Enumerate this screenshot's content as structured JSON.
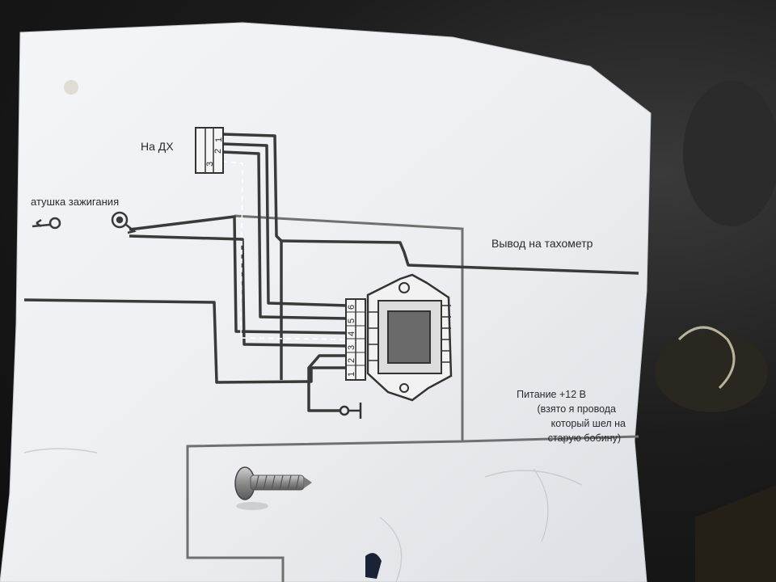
{
  "labels": {
    "sensor": "На ДХ",
    "coil": "атушка зажигания",
    "tachometer": "Вывод на тахометр",
    "power_lines": [
      "Питание +12 В",
      "(взято я провода",
      "который шел на",
      "старую бобину)"
    ]
  },
  "connector_pins": [
    "3",
    "2",
    "1"
  ],
  "module_pins": [
    "1",
    "2",
    "3",
    "4",
    "5",
    "6"
  ],
  "colors": {
    "paper": "#eef0f3",
    "wire": "#3a3a3a",
    "background": "#151515"
  }
}
